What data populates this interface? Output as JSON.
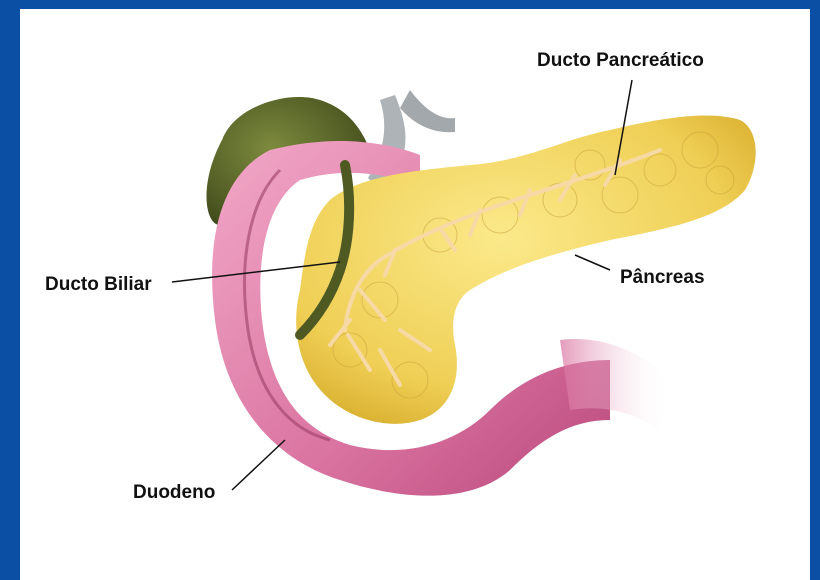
{
  "labels": {
    "pancreatic_duct": "Ducto Pancreático",
    "bile_duct": "Ducto Biliar",
    "pancreas": "Pâncreas",
    "duodenum": "Duodeno"
  },
  "colors": {
    "frame": "#0a4fa3",
    "gallbladder": "#5e6a2c",
    "duodenum": "#d9729f",
    "pancreas": "#efcf55",
    "duct": "#f3c98a"
  }
}
